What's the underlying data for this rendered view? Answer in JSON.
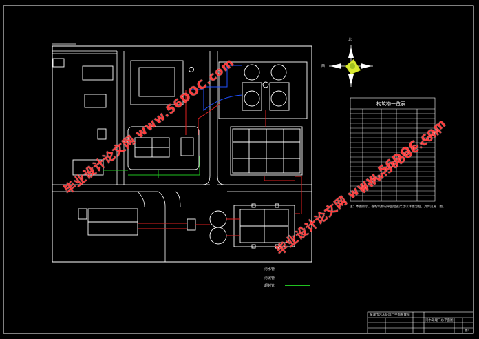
{
  "compass": {
    "north_label": "北",
    "west_label": "西"
  },
  "table": {
    "title": "构筑物一览表",
    "note": "注：本图所示，各构筑物的平面位置尺寸以详图为准，具体见施工图。"
  },
  "legend": {
    "items": [
      {
        "label": "污水管",
        "color": "#e02020"
      },
      {
        "label": "污泥管",
        "color": "#2050ff"
      },
      {
        "label": "超越管",
        "color": "#20c020"
      }
    ]
  },
  "title_block": {
    "project": "某城市污水处理厂平面布置图",
    "drawing_name": "污水处理厂总平面图",
    "sheet": "图1"
  },
  "watermarks": [
    {
      "cn": "毕业设计论文网",
      "url": "www.56DOC.com"
    },
    {
      "cn": "毕业设计论文网",
      "url": "www.56DOC.com"
    },
    {
      "cn": "毕业设计论文网",
      "url": "www.56DOC.com"
    }
  ]
}
